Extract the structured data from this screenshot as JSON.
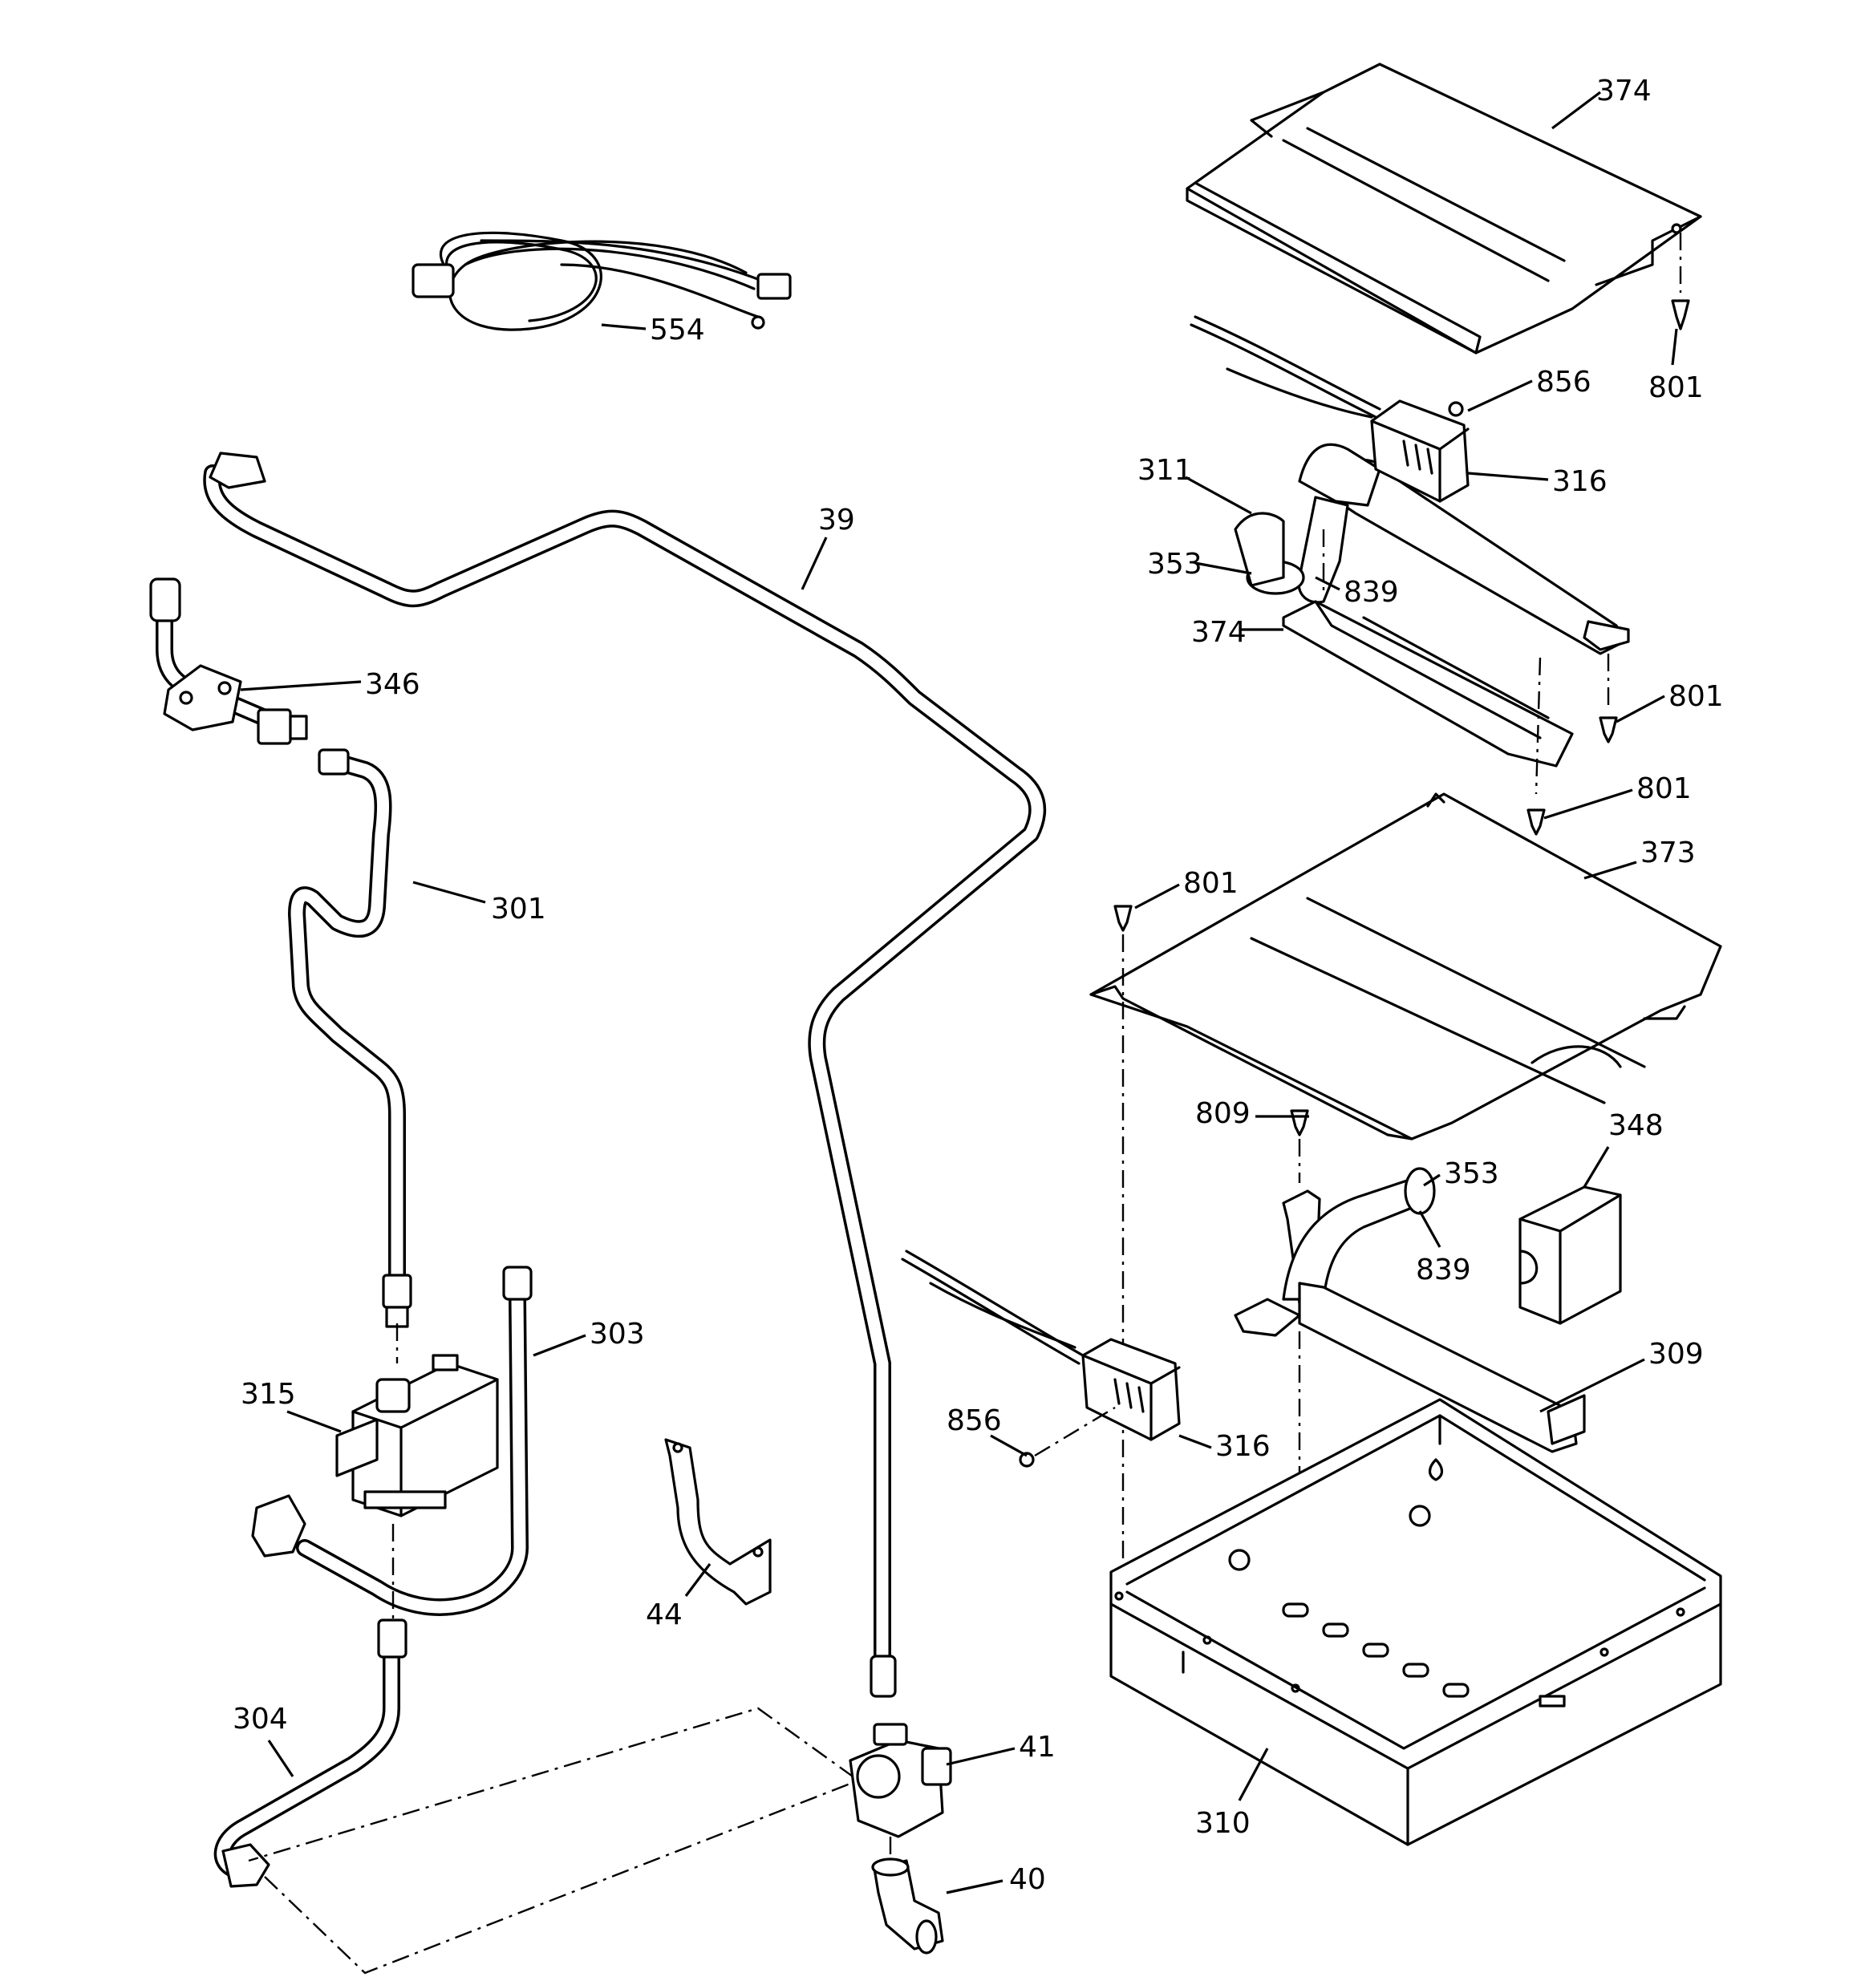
{
  "callouts": {
    "c374a": "374",
    "c801a": "801",
    "c856a": "856",
    "c316a": "316",
    "c311": "311",
    "c353a": "353",
    "c839a": "839",
    "c374b": "374",
    "c801b": "801",
    "c801c": "801",
    "c373": "373",
    "c801d": "801",
    "c809": "809",
    "c353b": "353",
    "c348": "348",
    "c839b": "839",
    "c309": "309",
    "c856b": "856",
    "c316b": "316",
    "c310": "310",
    "c554": "554",
    "c39": "39",
    "c346": "346",
    "c301": "301",
    "c303": "303",
    "c315": "315",
    "c44": "44",
    "c304": "304",
    "c41": "41",
    "c40": "40"
  }
}
